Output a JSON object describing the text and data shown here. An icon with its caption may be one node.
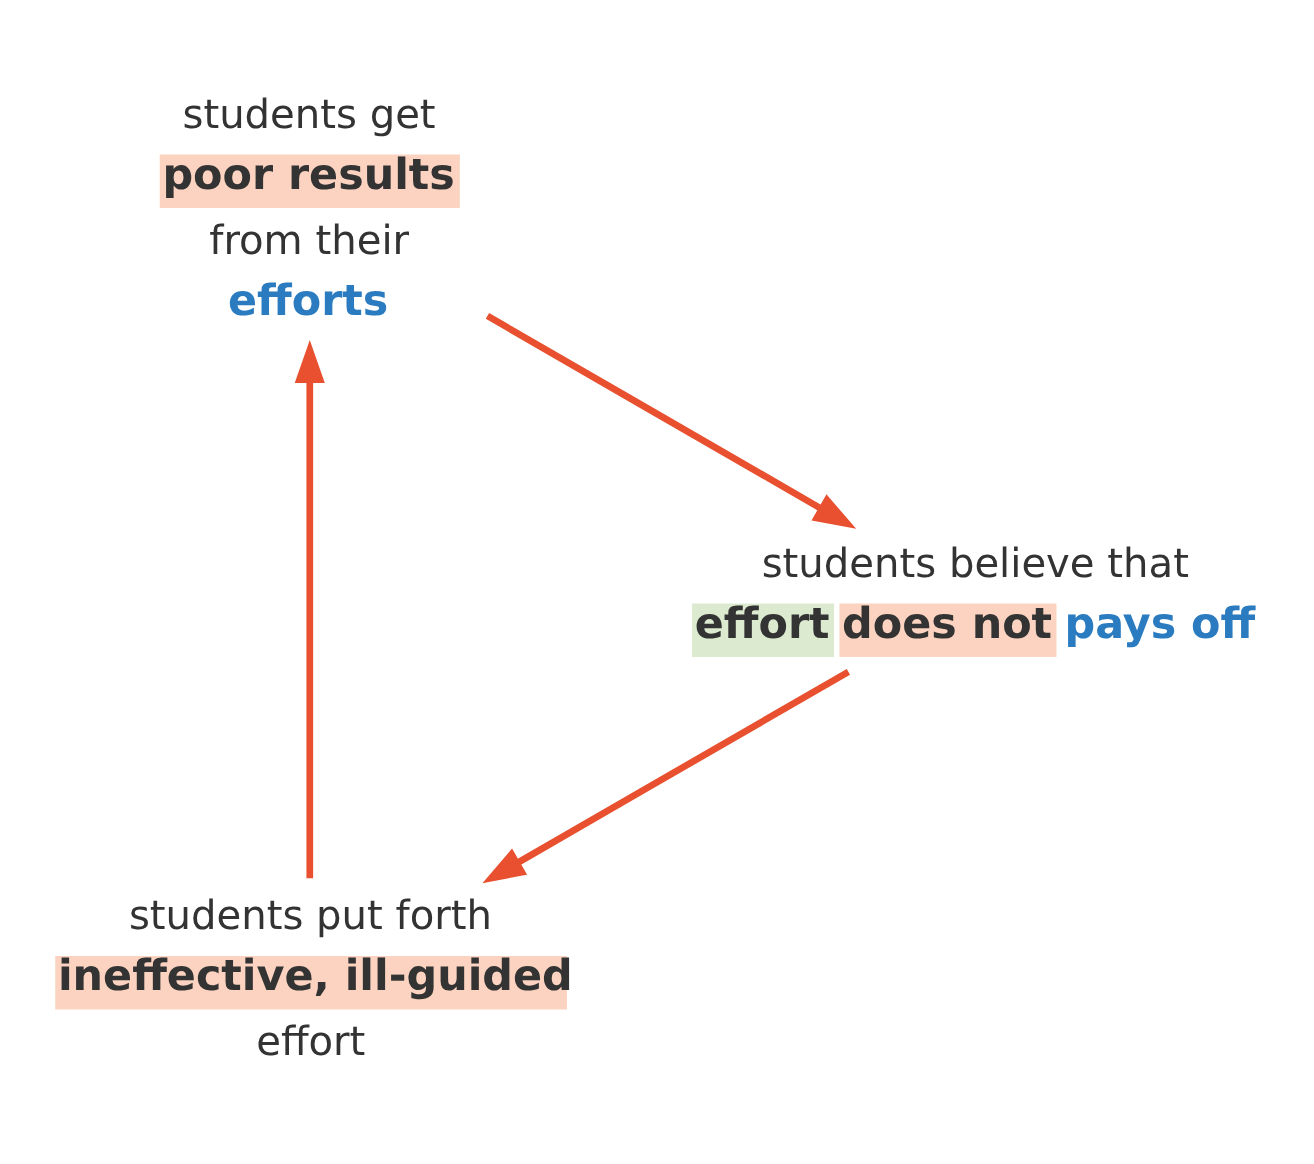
{
  "diagram": {
    "nodes": [
      {
        "text": [
          "students put forth **ineffective, ill-guided** effort"
        ]
      },
      {
        "text": [
          "students get **poor results** from their **efforts**"
        ]
      },
      {
        "text": [
          "students believe that **effort** **does not** **pays off**"
        ]
      }
    ],
    "edges": [
      {
        "from": 0,
        "to": 1,
        "arrow": "to",
        "color": "#e8502f"
      },
      {
        "from": 1,
        "to": 2,
        "arrow": "to",
        "color": "#e8502f"
      },
      {
        "from": 2,
        "to": 0,
        "arrow": "to",
        "color": "#e8502f"
      }
    ]
  }
}
